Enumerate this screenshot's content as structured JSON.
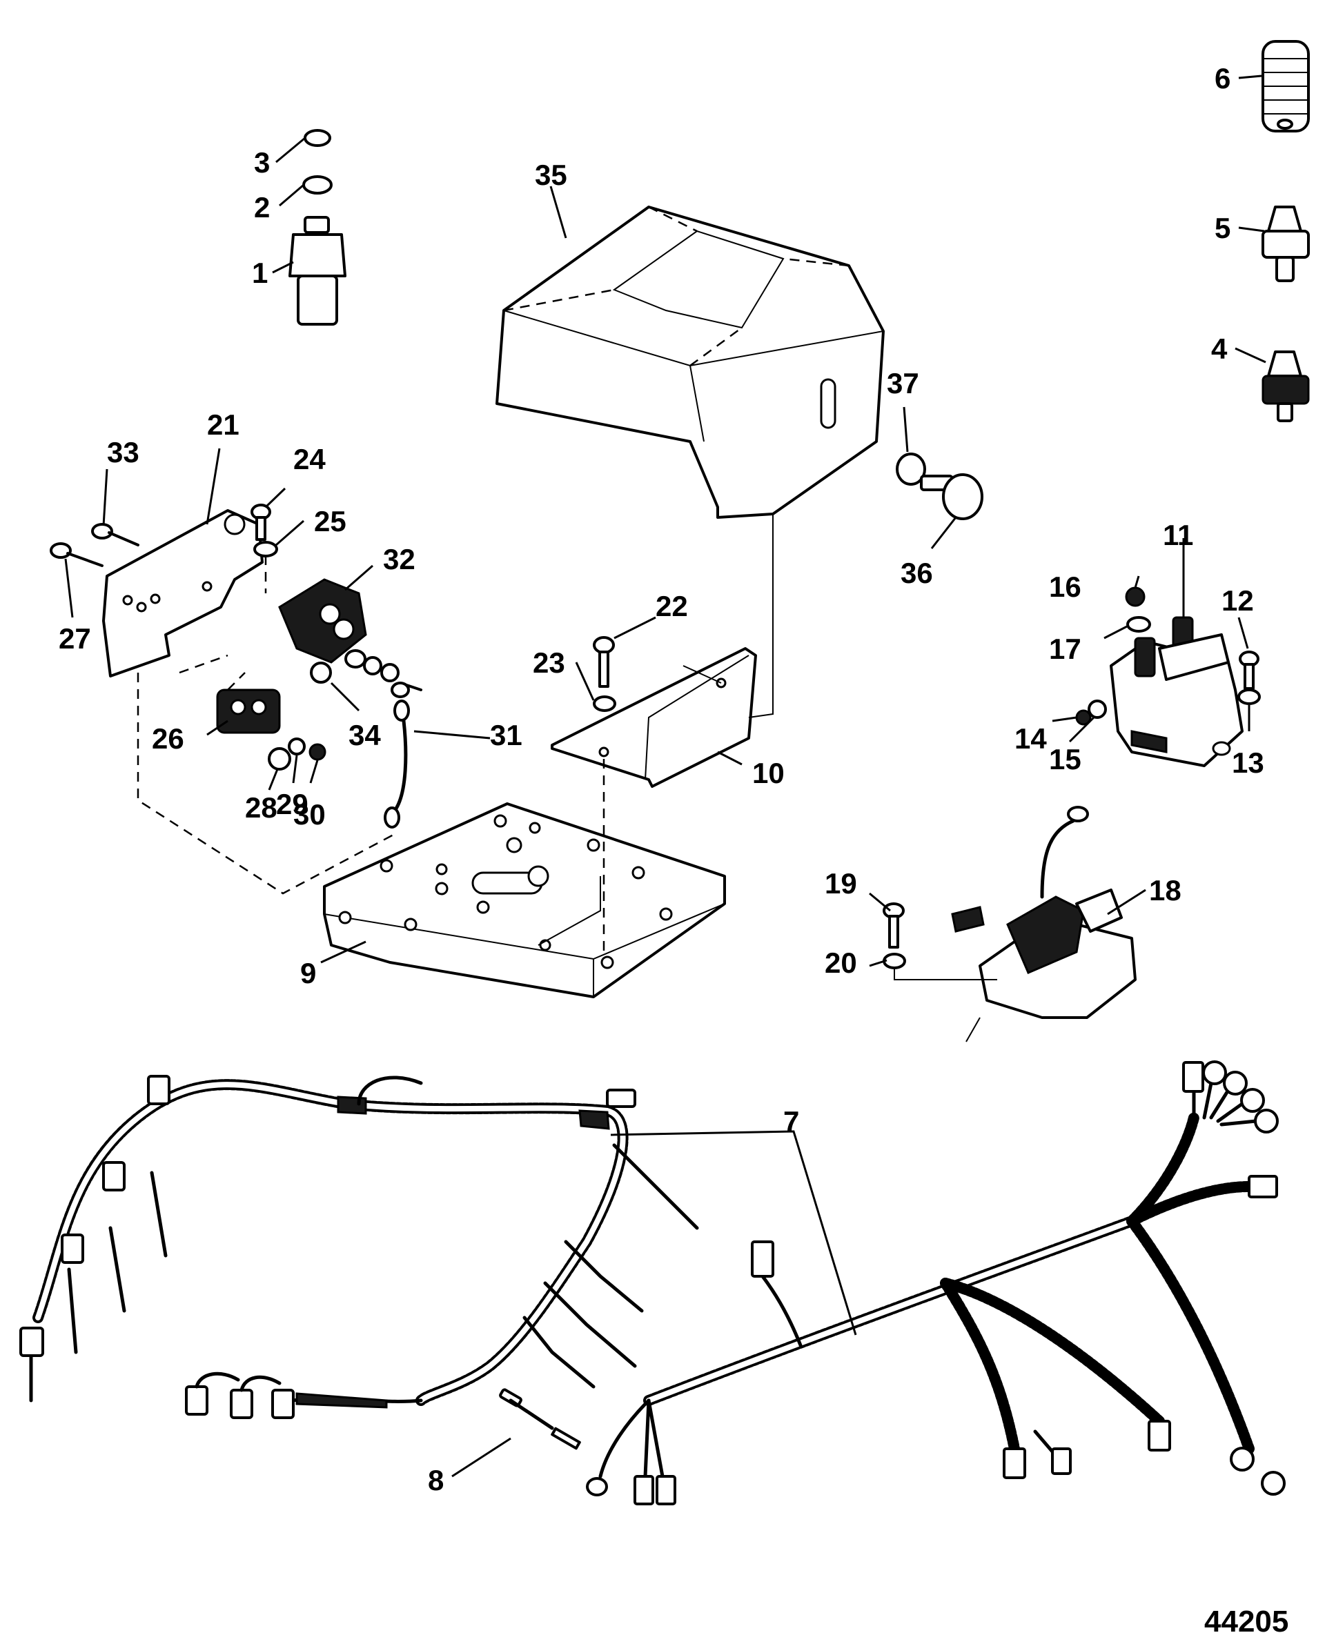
{
  "figure_number": "44205",
  "callouts": [
    "1",
    "2",
    "3",
    "4",
    "5",
    "6",
    "7",
    "8",
    "9",
    "10",
    "11",
    "12",
    "13",
    "14",
    "15",
    "16",
    "17",
    "18",
    "19",
    "20",
    "21",
    "22",
    "23",
    "24",
    "25",
    "26",
    "27",
    "28",
    "29",
    "30",
    "31",
    "32",
    "33",
    "34",
    "35",
    "36",
    "37"
  ]
}
